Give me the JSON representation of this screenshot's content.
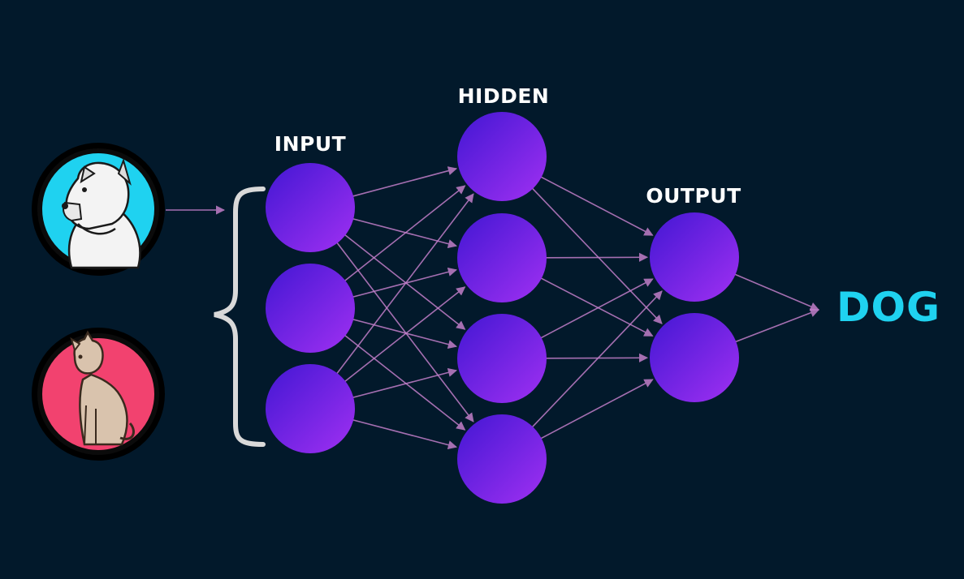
{
  "labels": {
    "input": "INPUT",
    "hidden": "HIDDEN",
    "output": "OUTPUT"
  },
  "result": "DOG",
  "inputs": [
    {
      "name": "dog",
      "icon": "dog-icon"
    },
    {
      "name": "cat",
      "icon": "cat-icon"
    }
  ],
  "layers": {
    "input_nodes": 3,
    "hidden_nodes": 4,
    "output_nodes": 2
  },
  "colors": {
    "background": "#02192b",
    "node_start": "#4a1bd6",
    "node_end": "#9a2ff0",
    "edge": "#c27ec9",
    "result": "#1fd2f0",
    "dog_bg": "#1fd2f0",
    "cat_bg": "#f2426f",
    "brace": "#d9d9d9"
  }
}
